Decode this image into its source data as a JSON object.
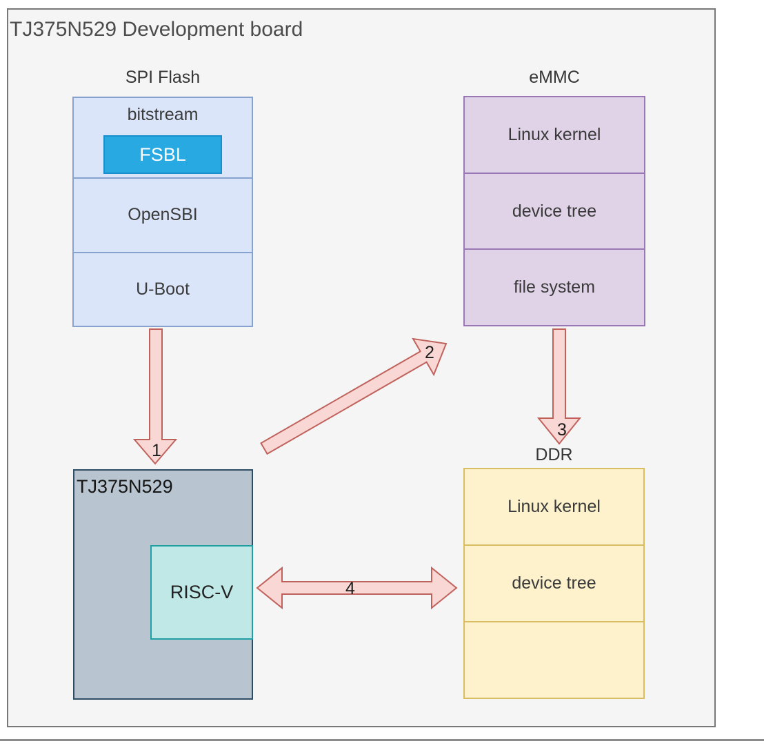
{
  "title": "TJ375N529 Development board",
  "blocks": {
    "spi_flash": {
      "label": "SPI Flash",
      "bitstream": "bitstream",
      "fsbl": "FSBL",
      "opensbi": "OpenSBI",
      "uboot": "U-Boot"
    },
    "emmc": {
      "label": "eMMC",
      "sections": [
        "Linux kernel",
        "device tree",
        "file system"
      ]
    },
    "chip": {
      "label": "TJ375N529",
      "core": "RISC-V"
    },
    "ddr": {
      "label": "DDR",
      "sections": [
        "Linux kernel",
        "device tree",
        ""
      ]
    }
  },
  "arrows": {
    "uboot_to_chip": "1",
    "chip_to_emmc": "2",
    "emmc_to_ddr": "3",
    "riscv_to_ddr": "4"
  },
  "colors": {
    "frame_fill": "#f5f5f6",
    "frame_border": "#787878",
    "spi_flash_fill": "#dbe5fa",
    "spi_flash_border": "#87a2cf",
    "fsbl_fill": "#29a9e1",
    "emmc_fill": "#e0d3e8",
    "emmc_border": "#9a77b5",
    "chip_fill": "#b8c5d0",
    "chip_border": "#2e4d62",
    "riscv_fill": "#bfe8e7",
    "riscv_border": "#1fa0a5",
    "ddr_fill": "#fdf2cc",
    "ddr_border": "#d9bd62",
    "arrow_fill": "#f8d7d4",
    "arrow_stroke": "#c0625c"
  }
}
